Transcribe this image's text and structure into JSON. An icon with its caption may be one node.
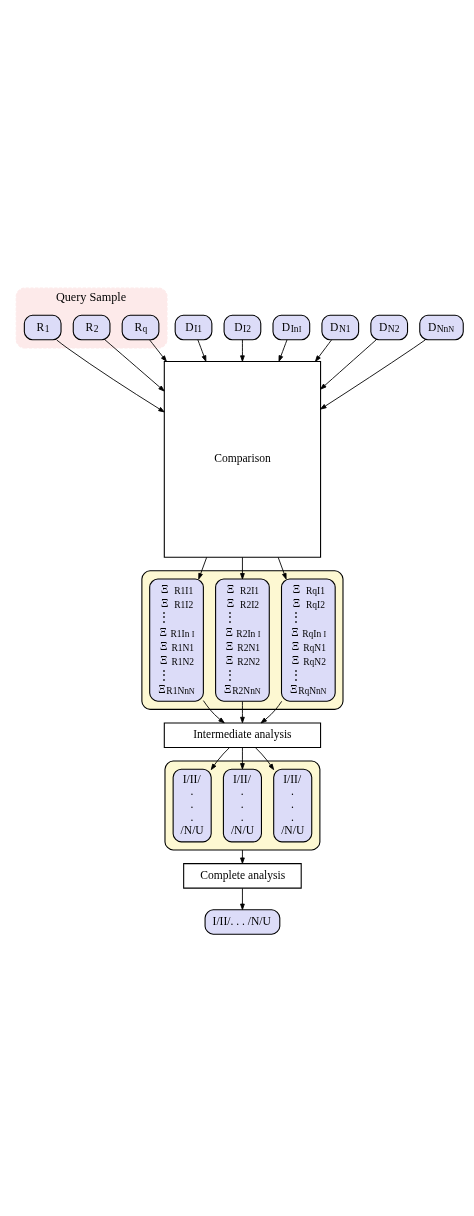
{
  "diagram": {
    "nodes": [
      {
        "text": [
          "Query Sample"
        ]
      },
      {
        "text": [
          "R$_{1}$"
        ],
        "in": 0
      },
      {
        "text": [
          "R$_{2}$"
        ],
        "in": 0
      },
      {
        "text": [
          "R$_{q}$"
        ],
        "in": 0
      },
      {
        "text": [
          "D$_{I1}$"
        ]
      },
      {
        "text": [
          "D$_{I2}$"
        ]
      },
      {
        "text": [
          "D$_{In}$$_{I}$"
        ]
      },
      {
        "text": [
          "D$_{N1}$"
        ]
      },
      {
        "text": [
          "D$_{N2}$"
        ]
      },
      {
        "text": [
          "D$_{Nn}$$_{N}$"
        ]
      },
      {
        "text": [
          "Comparison"
        ]
      },
      {
        "text": [],
        "shape": "box"
      },
      {
        "text": [
          "Ξ$_{R1I1}$",
          "Ξ$_{R1I2}$",
          "⋮",
          "Ξ$_{R1In}$$_{I}$",
          "Ξ$_{R1N1}$",
          "Ξ$_{R1N2}$",
          "⋮",
          "Ξ$_{R1Nn}$$_{N}$"
        ],
        "in": 11
      },
      {
        "text": [
          "Ξ$_{R2I1}$",
          "Ξ$_{R2I2}$",
          "⋮",
          "Ξ$_{R2In}$$_{I}$",
          "Ξ$_{R2N1}$",
          "Ξ$_{R2N2}$",
          "⋮",
          "Ξ$_{R2Nn}$$_{N}$"
        ],
        "in": 11
      },
      {
        "text": [
          "Ξ$_{RqI1}$",
          "Ξ$_{RqI2}$",
          "⋮",
          "Ξ$_{RqIn}$$_{I}$",
          "Ξ$_{RqN1}$",
          "Ξ$_{RqN2}$",
          "⋮",
          "Ξ$_{RqNn}$$_{N}$"
        ],
        "in": 11
      },
      {
        "text": [
          "Intermediate analysis"
        ]
      },
      {
        "text": [],
        "shape": "box"
      },
      {
        "text": [
          "I/II/ . . . /N/U"
        ],
        "in": 16
      },
      {
        "text": [
          "I/II/ . . . /N/U"
        ],
        "in": 16
      },
      {
        "text": [
          "I/II/ . . . /N/U"
        ],
        "in": 16
      },
      {
        "text": [
          "Complete analysis"
        ]
      },
      {
        "text": [
          "I/II/. . . /N/U"
        ]
      }
    ],
    "edges": [
      {
        "from": 1,
        "to": 10,
        "arrow": "to"
      },
      {
        "from": 2,
        "to": 10,
        "arrow": "to"
      },
      {
        "from": 3,
        "to": 10,
        "arrow": "to"
      },
      {
        "from": 4,
        "to": 10,
        "arrow": "to"
      },
      {
        "from": 5,
        "to": 10,
        "arrow": "to"
      },
      {
        "from": 6,
        "to": 10,
        "arrow": "to"
      },
      {
        "from": 7,
        "to": 10,
        "arrow": "to"
      },
      {
        "from": 8,
        "to": 10,
        "arrow": "to"
      },
      {
        "from": 9,
        "to": 10,
        "arrow": "to"
      },
      {
        "from": 10,
        "to": 12,
        "arrow": "to"
      },
      {
        "from": 10,
        "to": 13,
        "arrow": "to"
      },
      {
        "from": 10,
        "to": 14,
        "arrow": "to"
      },
      {
        "from": 12,
        "to": 15,
        "arrow": "to"
      },
      {
        "from": 13,
        "to": 15,
        "arrow": "to"
      },
      {
        "from": 14,
        "to": 15,
        "arrow": "to"
      },
      {
        "from": 15,
        "to": 17,
        "arrow": "to"
      },
      {
        "from": 15,
        "to": 18,
        "arrow": "to"
      },
      {
        "from": 15,
        "to": 19,
        "arrow": "to"
      },
      {
        "from": 16,
        "to": 20,
        "arrow": "to"
      },
      {
        "from": 20,
        "to": 21,
        "arrow": "to"
      }
    ]
  }
}
